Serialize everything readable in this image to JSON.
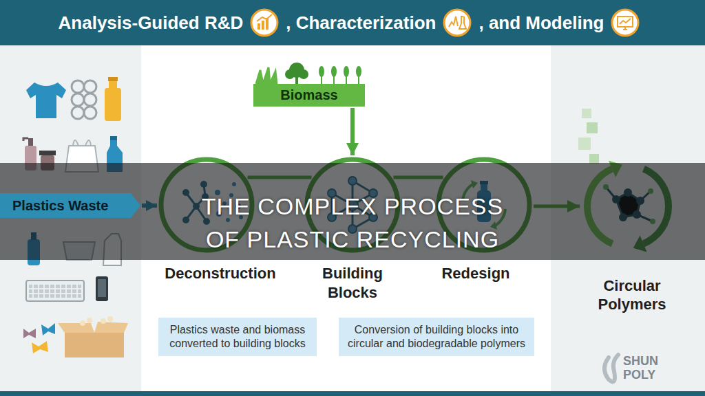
{
  "diagram": {
    "nodes": [
      {
        "text": [
          "Plastics Waste"
        ]
      },
      {
        "text": [
          "Biomass"
        ]
      },
      {
        "text": [
          "Deconstruction"
        ]
      },
      {
        "text": [
          "Building Blocks"
        ]
      },
      {
        "text": [
          "Redesign"
        ]
      },
      {
        "text": [
          "Circular Polymers"
        ]
      },
      {
        "text": [
          "Plastics waste and biomass converted to building blocks"
        ]
      },
      {
        "text": [
          "Conversion of building blocks into circular and biodegradable polymers"
        ]
      }
    ],
    "edges": [
      {
        "from": 0,
        "to": 2,
        "arrow": "to"
      },
      {
        "from": 1,
        "to": 3,
        "arrow": "to"
      },
      {
        "from": 2,
        "to": 3,
        "arrow": "none"
      },
      {
        "from": 3,
        "to": 4,
        "arrow": "none"
      },
      {
        "from": 4,
        "to": 5,
        "arrow": "to"
      }
    ],
    "labels": [
      "Analysis-Guided R&D",
      ", Characterization",
      ", and Modeling",
      "THE COMPLEX PROCESS",
      "OF PLASTIC RECYCLING",
      "SHUN POLY"
    ]
  }
}
